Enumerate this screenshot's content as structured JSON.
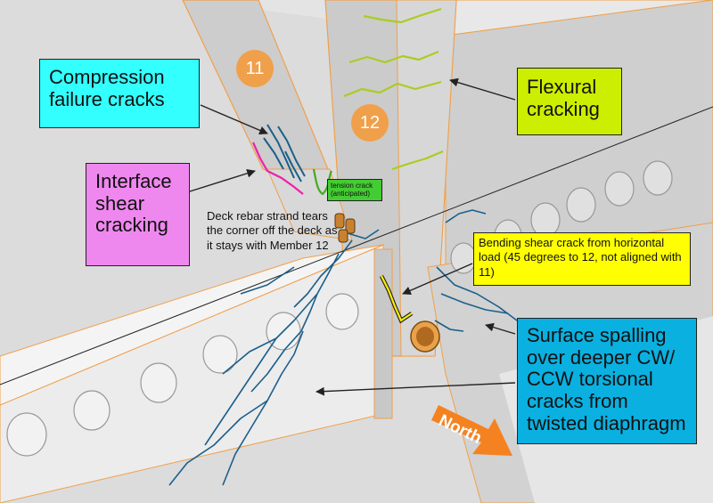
{
  "member_numbers": {
    "m11": "11",
    "m12": "12"
  },
  "labels": {
    "compression": "Compression failure cracks",
    "interface": "Interface shear cracking",
    "flexural": "Flexural cracking",
    "tension": "tension crack (anticipated)",
    "deck_rebar": "Deck rebar strand tears the corner off the deck as it stays with Member 12",
    "bending_shear": "Bending shear crack from horizontal load (45 degrees to 12, not aligned with 11)",
    "spalling": "Surface spalling over deeper CW/ CCW torsional cracks from twisted diaphragm"
  },
  "direction": "North",
  "colors": {
    "compression_box": "#33ffff",
    "interface_box": "#ee88ee",
    "flexural_box": "#ccee00",
    "tension_box": "#44cc33",
    "bending_box": "#ffff00",
    "spalling_box": "#0ab0e0",
    "member_outline": "#f0a04a",
    "crack_blue": "#1a5f8a",
    "crack_green": "#aacc22",
    "crack_pink": "#ee22aa",
    "north_arrow": "#f58220"
  }
}
